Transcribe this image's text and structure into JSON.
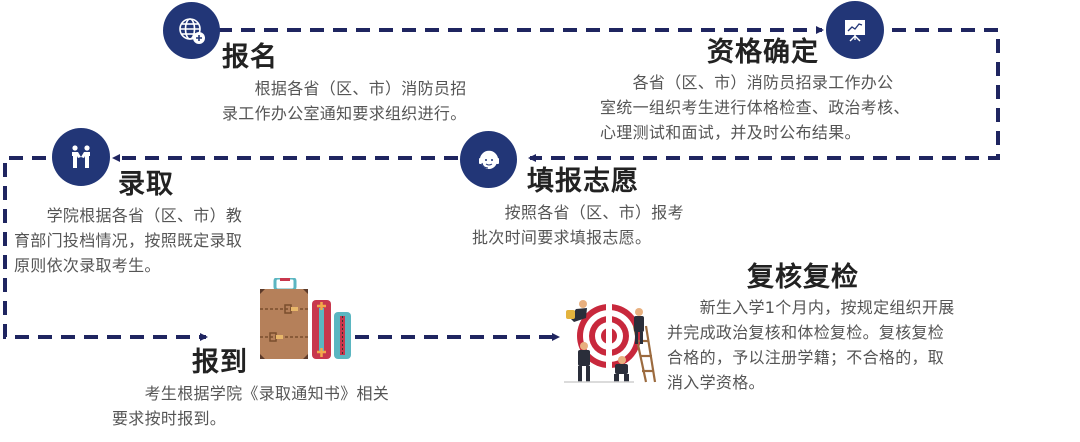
{
  "theme": {
    "line_color": "#1f2560",
    "circle_color": "#223677",
    "title_color": "#222222",
    "text_color": "#555555"
  },
  "steps": [
    {
      "id": "register",
      "order": 1,
      "title": "报名",
      "icon": "globe-plus-icon",
      "lines": [
        "　　根据各省（区、市）消防员招",
        "录工作办公室通知要求组织进行。"
      ]
    },
    {
      "id": "qualification",
      "order": 2,
      "title": "资格确定",
      "icon": "presentation-chart-icon",
      "lines": [
        "　　各省（区、市）消防员招录工作办公",
        "室统一组织考生进行体格检查、政治考核、",
        "心理测试和面试，并及时公布结果。"
      ]
    },
    {
      "id": "volunteer",
      "order": 3,
      "title": "填报志愿",
      "icon": "headset-person-icon",
      "lines": [
        "　　按照各省（区、市）报考",
        "批次时间要求填报志愿。"
      ]
    },
    {
      "id": "admission",
      "order": 4,
      "title": "录取",
      "icon": "handshake-icon",
      "lines": [
        "　　学院根据各省（区、市）教",
        "育部门投档情况，按照既定录取",
        "原则依次录取考生。"
      ]
    },
    {
      "id": "report",
      "order": 5,
      "title": "报到",
      "icon": "suitcase-icon",
      "lines": [
        "　　考生根据学院《录取通知书》相关",
        "要求按时报到。"
      ]
    },
    {
      "id": "recheck",
      "order": 6,
      "title": "复核复检",
      "icon": "target-team-icon",
      "lines": [
        "　　新生入学1个月内，按规定组织开展",
        "并完成政治复核和体检复检。复核复检",
        "合格的，予以注册学籍；不合格的，取",
        "消入学资格。"
      ]
    }
  ]
}
